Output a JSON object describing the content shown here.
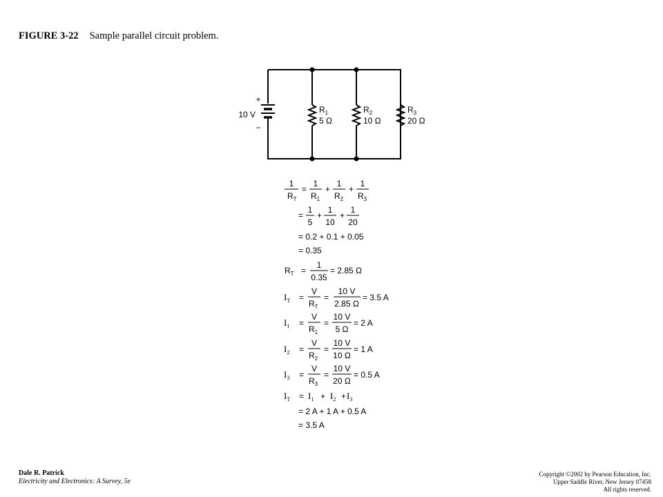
{
  "caption": {
    "number": "FIGURE 3-22",
    "title": "Sample parallel circuit problem."
  },
  "circuit": {
    "source": {
      "voltage": "10 V",
      "plus": "+",
      "minus": "−"
    },
    "resistors": [
      {
        "name": "R",
        "sub": "1",
        "value": "5 Ω"
      },
      {
        "name": "R",
        "sub": "2",
        "value": "10 Ω"
      },
      {
        "name": "R",
        "sub": "3",
        "value": "20 Ω"
      }
    ]
  },
  "equations": {
    "rt_recip": {
      "num": "1",
      "den": "R",
      "den_sub": "T",
      "eq": "=",
      "terms": [
        {
          "num": "1",
          "den": "R",
          "sub": "1"
        },
        {
          "num": "1",
          "den": "R",
          "sub": "2"
        },
        {
          "num": "1",
          "den": "R",
          "sub": "3"
        }
      ],
      "plus": "+"
    },
    "rt_values": {
      "eq": "=",
      "terms": [
        {
          "num": "1",
          "den": "5"
        },
        {
          "num": "1",
          "den": "10"
        },
        {
          "num": "1",
          "den": "20"
        }
      ],
      "plus": "+"
    },
    "rt_decimal": "= 0.2 + 0.1 + 0.05",
    "rt_sum": "= 0.35",
    "rt_result": {
      "lhs": "R",
      "lhs_sub": "T",
      "eq": "=",
      "num": "1",
      "den": "0.35",
      "result": "= 2.85 Ω"
    },
    "currents": [
      {
        "var": "I",
        "sub": "T",
        "eq": "=",
        "f1_num": "V",
        "f1_den": "R",
        "f1_sub": "T",
        "eq2": "=",
        "f2_num": "10 V",
        "f2_den": "2.85 Ω",
        "result": "= 3.5 A"
      },
      {
        "var": "I",
        "sub": "1",
        "eq": "=",
        "f1_num": "V",
        "f1_den": "R",
        "f1_sub": "1",
        "eq2": "=",
        "f2_num": "10 V",
        "f2_den": "5 Ω",
        "result": "= 2 A"
      },
      {
        "var": "I",
        "sub": "2",
        "eq": "=",
        "f1_num": "V",
        "f1_den": "R",
        "f1_sub": "2",
        "eq2": "=",
        "f2_num": "10 V",
        "f2_den": "10 Ω",
        "result": "= 1 A"
      },
      {
        "var": "I",
        "sub": "3",
        "eq": "=",
        "f1_num": "V",
        "f1_den": "R",
        "f1_sub": "3",
        "eq2": "=",
        "f2_num": "10 V",
        "f2_den": "20 Ω",
        "result": "= 0.5 A"
      }
    ],
    "total": {
      "lhs": "I",
      "lhs_sub": "T",
      "eq": "=",
      "terms": [
        {
          "v": "I",
          "s": "1"
        },
        {
          "v": "I",
          "s": "2"
        },
        {
          "v": "I",
          "s": "3"
        }
      ],
      "plus": "+",
      "line2": "= 2 A + 1 A + 0.5 A",
      "line3": "= 3.5 A"
    }
  },
  "footer": {
    "author": "Dale R. Patrick",
    "book": "Electricity and Electronics: A Survey, 5e",
    "copyright": "Copyright ©2002 by Pearson Education, Inc.",
    "address": "Upper Saddle River, New Jersey 07458",
    "rights": "All rights reserved."
  }
}
